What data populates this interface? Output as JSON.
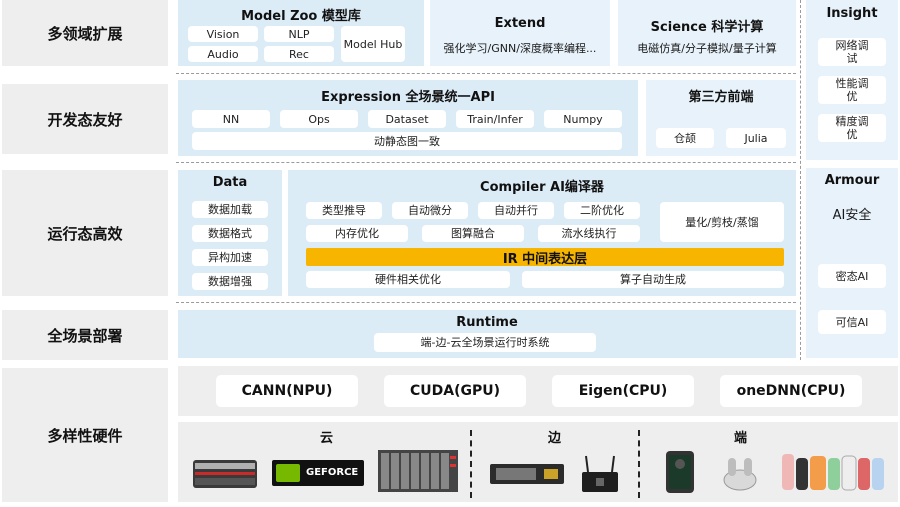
{
  "row_labels": [
    "多领域扩展",
    "开发态友好",
    "运行态高效",
    "全场景部署",
    "多样性硬件"
  ],
  "model_zoo": {
    "title": "Model Zoo 模型库",
    "items": [
      "Vision",
      "NLP",
      "Audio",
      "Rec",
      "Model Hub"
    ]
  },
  "extend": {
    "title": "Extend",
    "desc": "强化学习/GNN/深度概率编程..."
  },
  "science": {
    "title": "Science 科学计算",
    "desc": "电磁仿真/分子模拟/量子计算"
  },
  "insight": {
    "title": "Insight",
    "items": [
      "网络调试",
      "性能调优",
      "精度调优"
    ]
  },
  "expression": {
    "title": "Expression 全场景统一API",
    "items": [
      "NN",
      "Ops",
      "Dataset",
      "Train/Infer",
      "Numpy"
    ],
    "bottom": "动静态图一致"
  },
  "third_party": {
    "title": "第三方前端",
    "items": [
      "仓颉",
      "Julia"
    ]
  },
  "data": {
    "title": "Data",
    "items": [
      "数据加载",
      "数据格式",
      "异构加速",
      "数据增强"
    ]
  },
  "compiler": {
    "title": "Compiler AI编译器",
    "row1": [
      "类型推导",
      "自动微分",
      "自动并行",
      "二阶优化"
    ],
    "row2": [
      "内存优化",
      "图算融合",
      "流水线执行"
    ],
    "side": "量化/剪枝/蒸馏",
    "ir": "IR 中间表达层",
    "row3": [
      "硬件相关优化",
      "算子自动生成"
    ]
  },
  "armour": {
    "title": "Armour",
    "items": [
      "AI安全",
      "密态AI",
      "可信AI"
    ]
  },
  "runtime": {
    "title": "Runtime",
    "desc": "端-边-云全场景运行时系统"
  },
  "backends": [
    "CANN(NPU)",
    "CUDA(GPU)",
    "Eigen(CPU)",
    "oneDNN(CPU)"
  ],
  "hardware": {
    "groups": [
      "云",
      "边",
      "端"
    ],
    "nvidia_text": "GEFORCE"
  },
  "colors": {
    "panel": "#dcecf7",
    "label_bg": "#eeeeee",
    "ir_bar": "#f7b500"
  }
}
